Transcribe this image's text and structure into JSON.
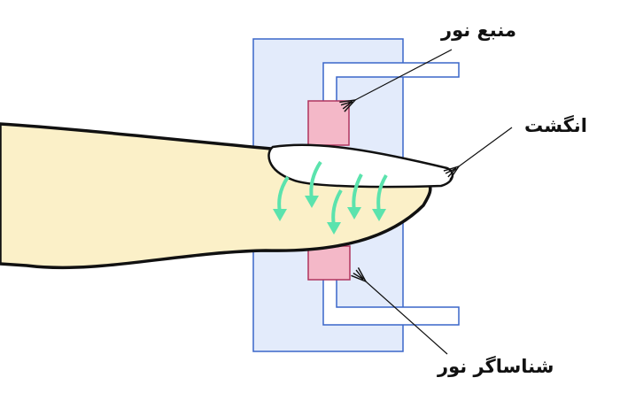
{
  "labels": {
    "light_source": "منبع نور",
    "finger": "انگشت",
    "light_detector": "شناساگر نور"
  },
  "colors": {
    "housing_fill": "#e3ebfb",
    "housing_stroke": "#3a66c9",
    "component_fill": "#f4b8c8",
    "component_stroke": "#b0345e",
    "finger_fill": "#fbf0c8",
    "light_arrows": "#5be3ad"
  }
}
